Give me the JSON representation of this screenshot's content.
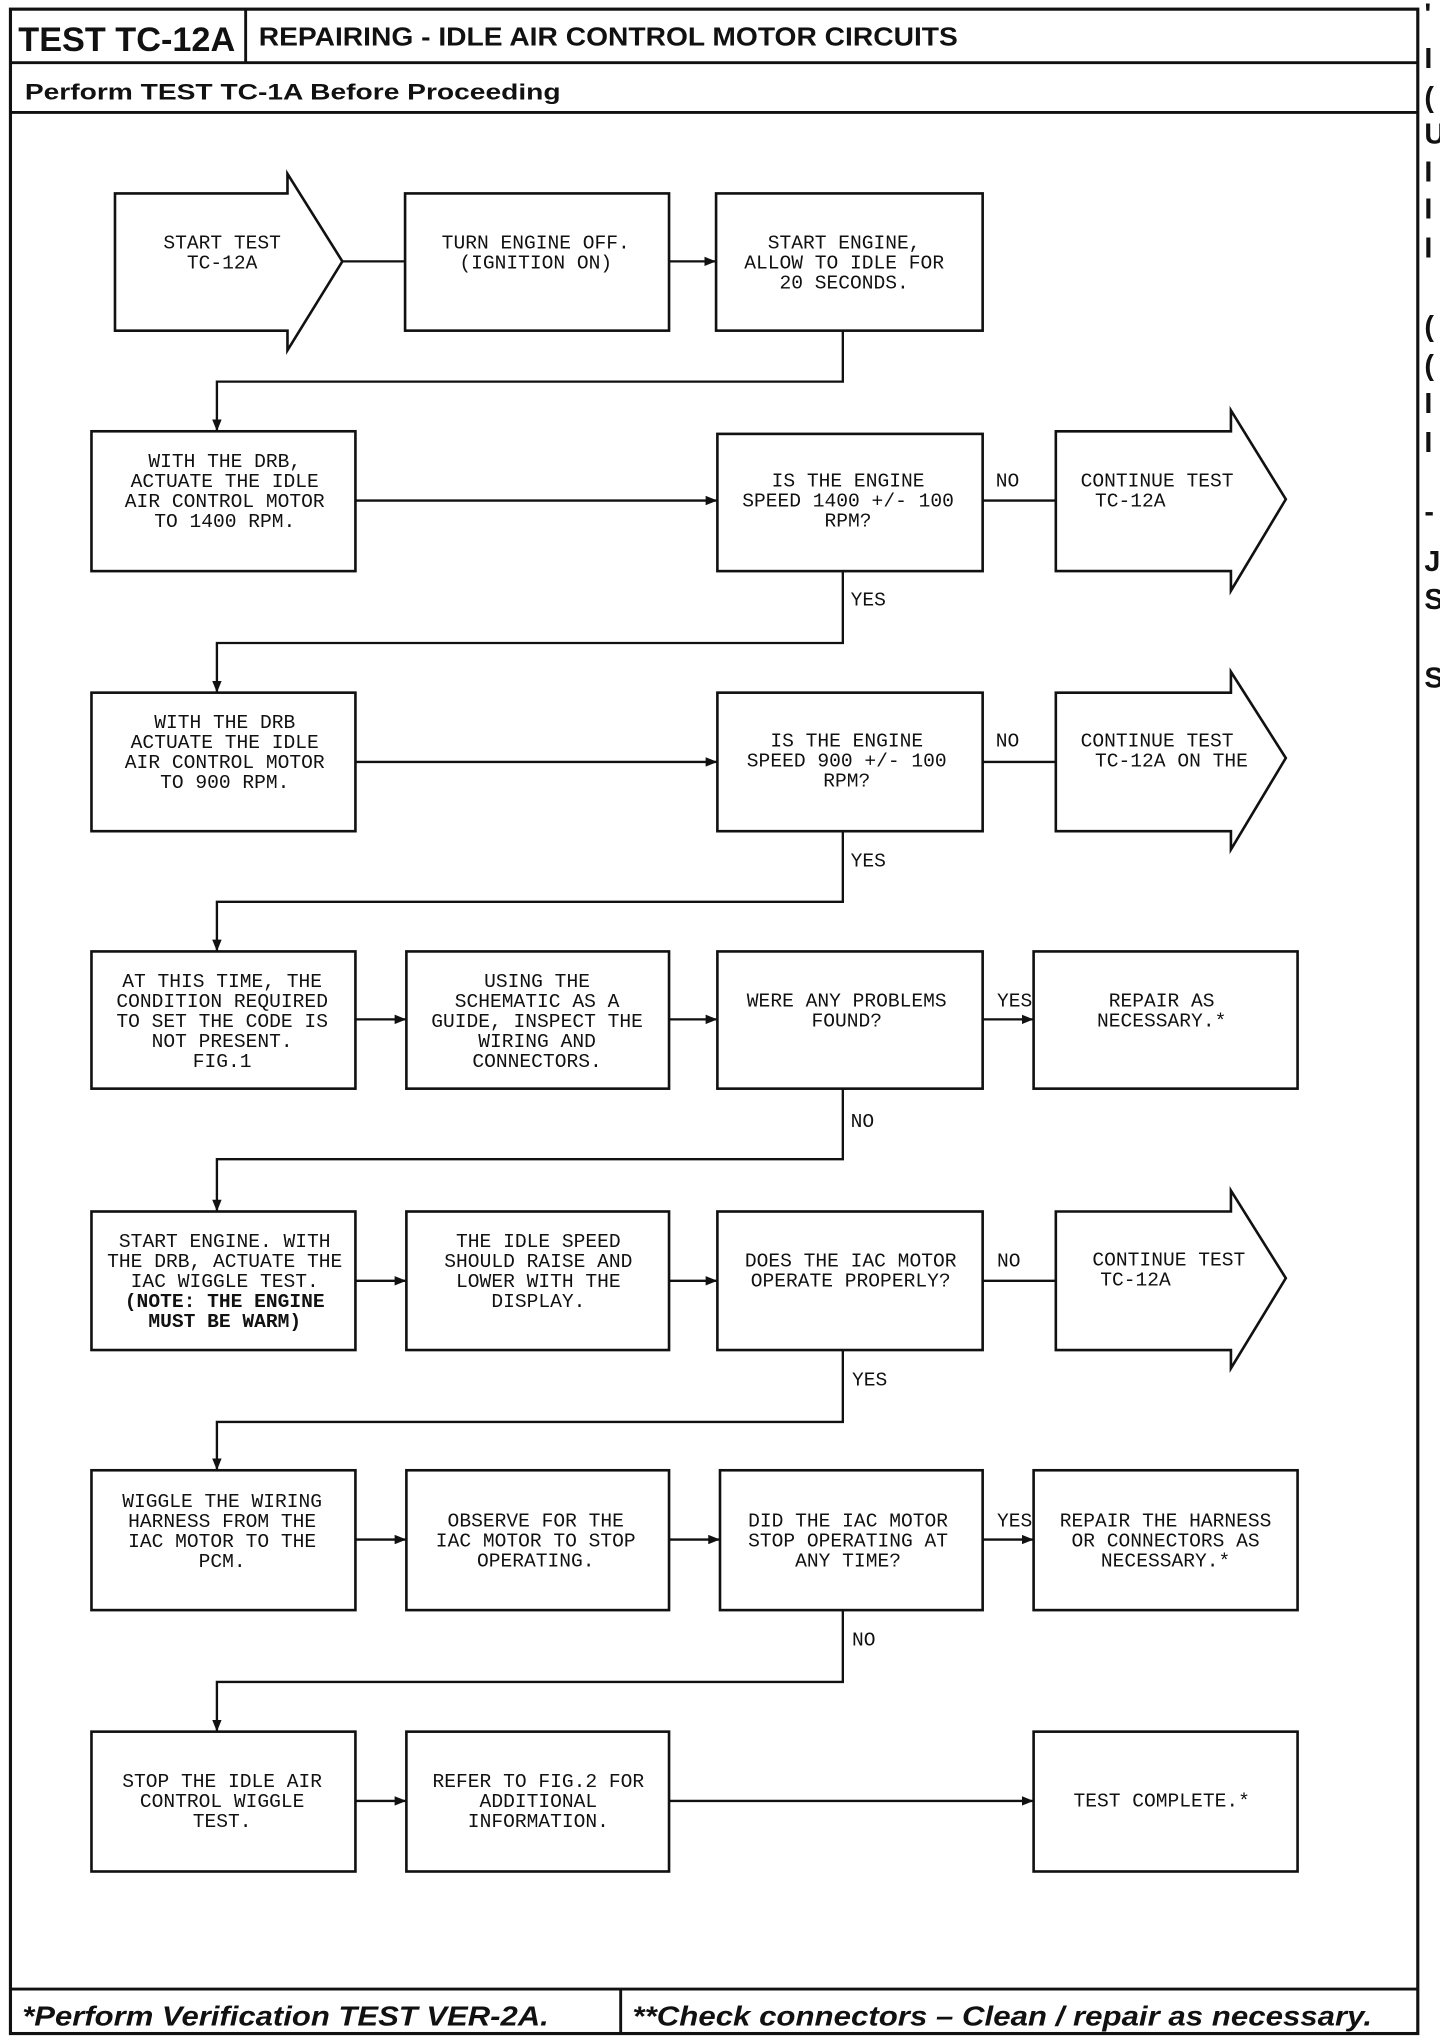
{
  "colors": {
    "ink": "#111111",
    "paper": "#ffffff"
  },
  "header": {
    "test_id": "TEST TC-12A",
    "title": "REPAIRING - IDLE AIR CONTROL MOTOR CIRCUITS",
    "prerequisite": "Perform TEST TC-1A Before Proceeding"
  },
  "flowchart": {
    "nodes": {
      "start": {
        "lines": [
          "START TEST",
          "TC-12A"
        ]
      },
      "turn_engine_off": {
        "lines": [
          "TURN ENGINE OFF.",
          "(IGNITION ON)"
        ]
      },
      "start_engine_idle": {
        "lines": [
          "START ENGINE,",
          "ALLOW TO IDLE FOR",
          "20 SECONDS."
        ]
      },
      "actuate_1400": {
        "lines": [
          "WITH THE DRB,",
          "ACTUATE THE IDLE",
          "AIR CONTROL MOTOR",
          "TO 1400 RPM."
        ]
      },
      "check_1400": {
        "lines": [
          "IS THE ENGINE",
          "SPEED 1400 +/- 100",
          "RPM?"
        ],
        "no": "NO",
        "yes": "YES"
      },
      "continue_1400": {
        "lines": [
          "CONTINUE TEST",
          "TC-12A"
        ]
      },
      "actuate_900": {
        "lines": [
          "WITH THE DRB",
          "ACTUATE THE IDLE",
          "AIR CONTROL MOTOR",
          "TO 900 RPM."
        ]
      },
      "check_900": {
        "lines": [
          "IS THE ENGINE",
          "SPEED 900 +/- 100",
          "RPM?"
        ],
        "no": "NO",
        "yes": "YES"
      },
      "continue_900": {
        "lines": [
          "CONTINUE TEST",
          "TC-12A ON THE"
        ]
      },
      "condition_not_present": {
        "lines": [
          "AT THIS TIME, THE",
          "CONDITION REQUIRED",
          "TO SET THE CODE IS",
          "NOT PRESENT.",
          "FIG.1"
        ]
      },
      "inspect_wiring": {
        "lines": [
          "USING THE",
          "SCHEMATIC AS A",
          "GUIDE, INSPECT THE",
          "WIRING AND",
          "CONNECTORS."
        ]
      },
      "problems_found": {
        "lines": [
          "WERE ANY PROBLEMS",
          "FOUND?"
        ],
        "yes": "YES",
        "no": "NO"
      },
      "repair_as_necessary": {
        "lines": [
          "REPAIR AS",
          "NECESSARY.*"
        ]
      },
      "wiggle_test_start": {
        "lines": [
          "START ENGINE. WITH",
          "THE DRB, ACTUATE THE",
          "IAC WIGGLE TEST.",
          "(NOTE: THE ENGINE",
          "MUST BE WARM)"
        ]
      },
      "idle_speed_display": {
        "lines": [
          "THE IDLE SPEED",
          "SHOULD RAISE AND",
          "LOWER WITH THE",
          "DISPLAY."
        ]
      },
      "iac_operates": {
        "lines": [
          "DOES THE IAC MOTOR",
          "OPERATE PROPERLY?"
        ],
        "no": "NO",
        "yes": "YES"
      },
      "continue_iac": {
        "lines": [
          "CONTINUE TEST",
          "TC-12A"
        ]
      },
      "wiggle_harness": {
        "lines": [
          "WIGGLE THE WIRING",
          "HARNESS FROM THE",
          "IAC MOTOR TO THE",
          "PCM."
        ]
      },
      "observe_iac": {
        "lines": [
          "OBSERVE FOR THE",
          "IAC MOTOR TO STOP",
          "OPERATING."
        ]
      },
      "iac_stopped": {
        "lines": [
          "DID THE IAC MOTOR",
          "STOP OPERATING AT",
          "ANY TIME?"
        ],
        "yes": "YES",
        "no": "NO"
      },
      "repair_harness": {
        "lines": [
          "REPAIR THE HARNESS",
          "OR CONNECTORS AS",
          "NECESSARY.*"
        ]
      },
      "stop_wiggle": {
        "lines": [
          "STOP THE IDLE AIR",
          "CONTROL WIGGLE",
          "TEST."
        ]
      },
      "refer_fig2": {
        "lines": [
          "REFER TO FIG.2 FOR",
          "ADDITIONAL",
          "INFORMATION."
        ]
      },
      "test_complete": {
        "lines": [
          "TEST COMPLETE.*"
        ]
      }
    }
  },
  "footer": {
    "verification_note": "*Perform Verification TEST VER-2A.",
    "connector_note": "**Check connectors – Clean / repair as necessary."
  },
  "edge_fragments": [
    "'",
    "I",
    "(",
    "U",
    "I",
    "I",
    "I",
    "(",
    "(",
    "I",
    "I",
    "-",
    "J",
    "S",
    "S"
  ]
}
